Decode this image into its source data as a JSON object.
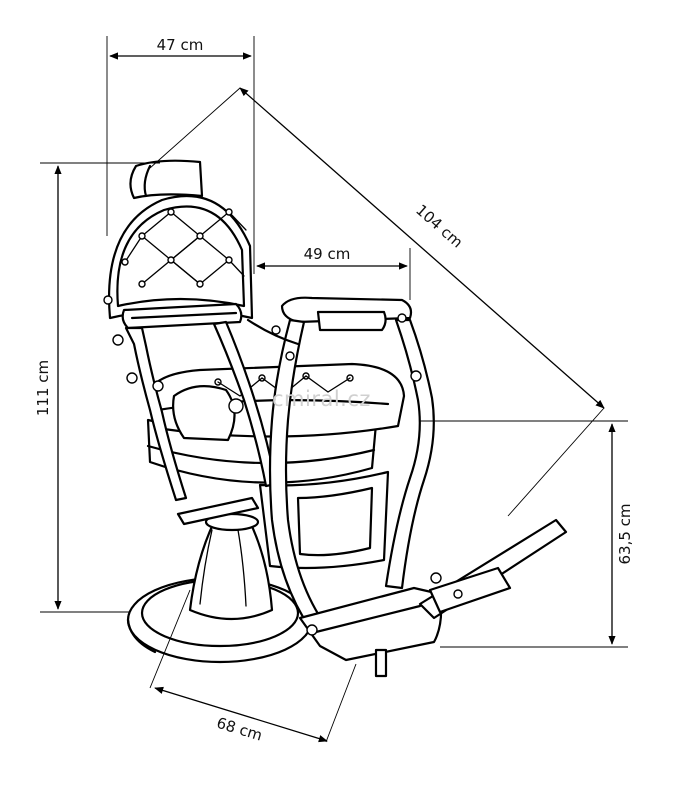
{
  "dimensions": {
    "width_top": "47 cm",
    "diagonal": "104 cm",
    "seat_depth": "49 cm",
    "total_height": "111 cm",
    "seat_height": "63,5 cm",
    "base_width": "68 cm"
  },
  "watermark": "cmiral.cz"
}
